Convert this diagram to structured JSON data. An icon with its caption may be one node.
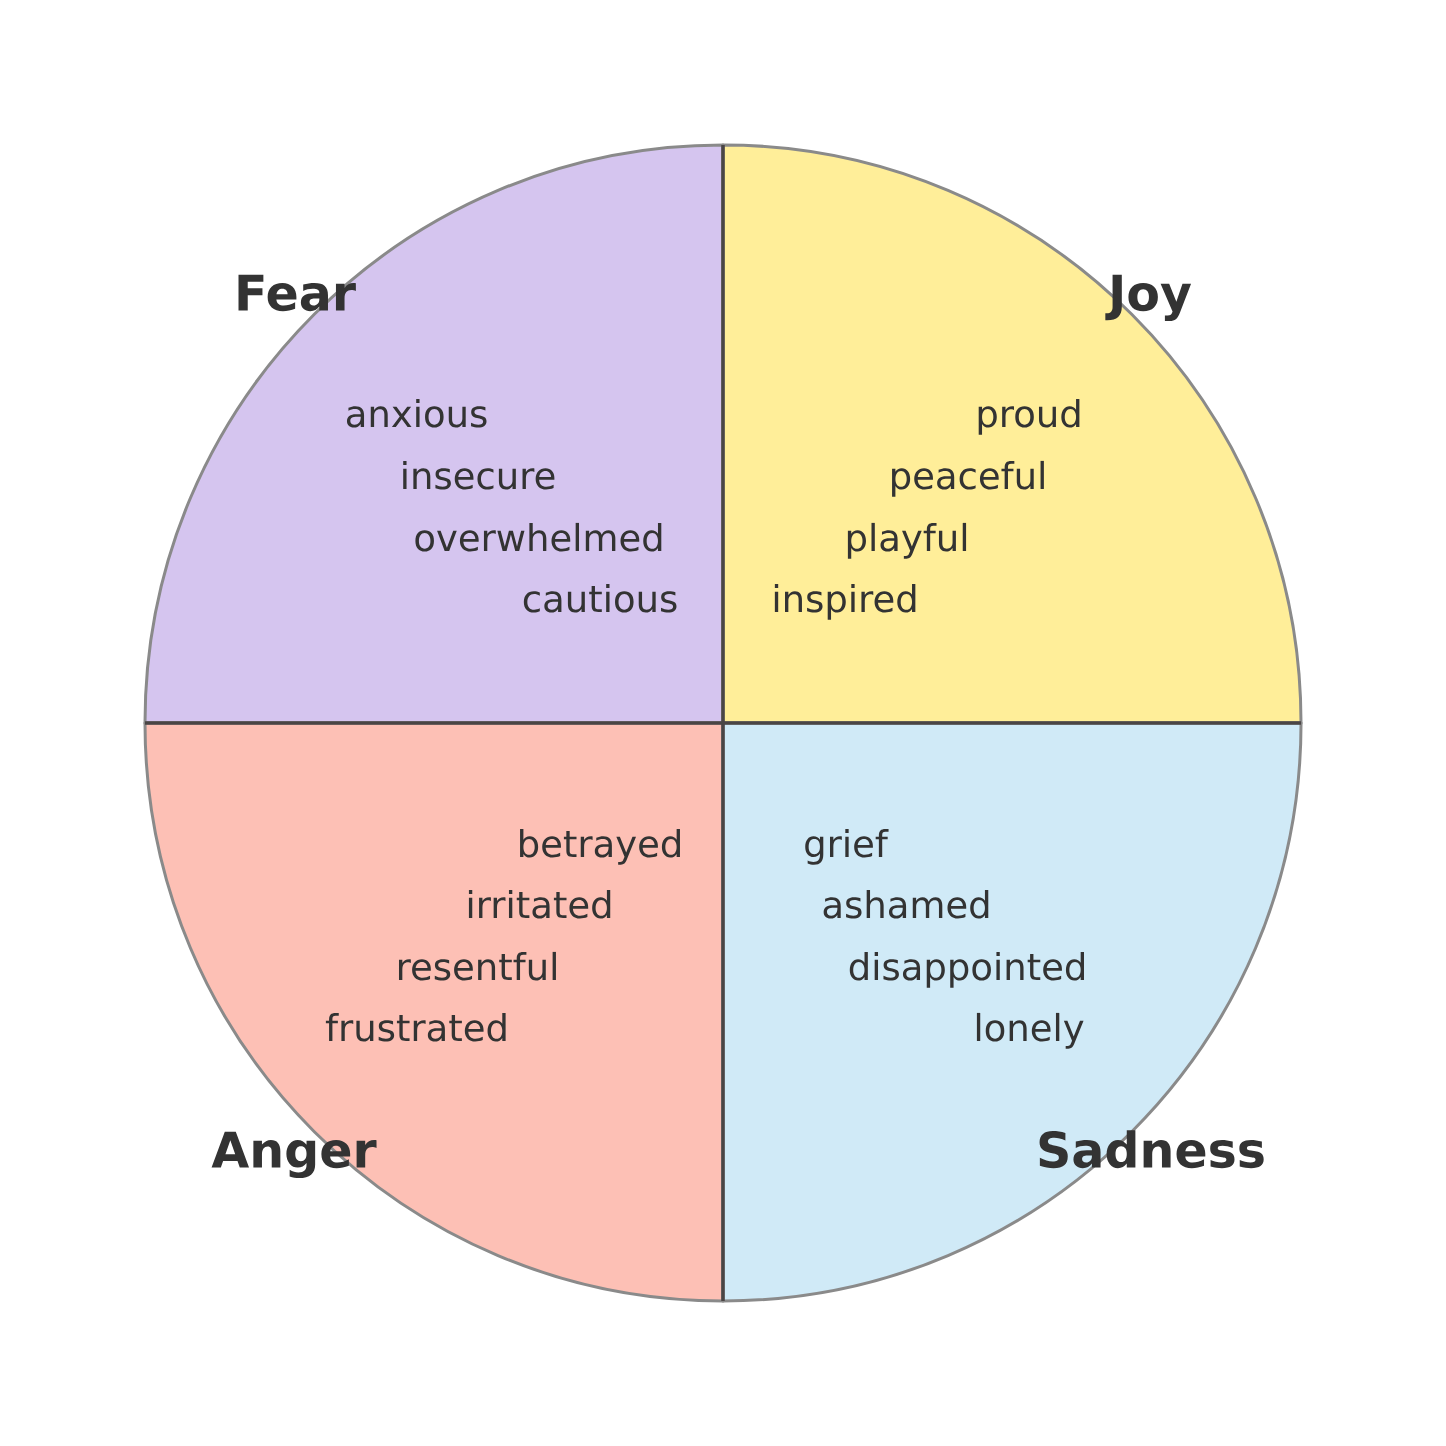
{
  "diagram": {
    "nodes": [
      {
        "text": [
          "Fear",
          "anxious",
          "insecure",
          "overwhelmed",
          "cautious"
        ]
      },
      {
        "text": [
          "Joy",
          "proud",
          "peaceful",
          "playful",
          "inspired"
        ]
      },
      {
        "text": [
          "Anger",
          "betrayed",
          "irritated",
          "resentful",
          "frustrated"
        ]
      },
      {
        "text": [
          "Sadness",
          "grief",
          "ashamed",
          "disappointed",
          "lonely"
        ]
      }
    ]
  }
}
